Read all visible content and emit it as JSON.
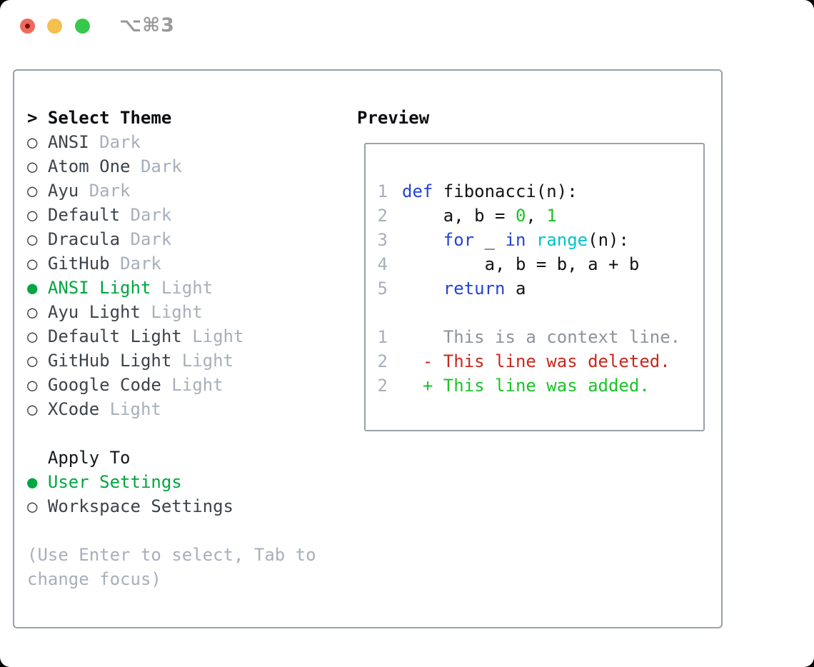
{
  "window": {
    "title": "⌥⌘3"
  },
  "traffic_lights": {
    "close_color": "#ee6a5e",
    "minimize_color": "#f5bf4e",
    "zoom_color": "#36c84b"
  },
  "icons": {
    "selected_radio": "●",
    "unselected_radio": "○",
    "focus_caret": ">"
  },
  "colors": {
    "selection_green": "#00a63f",
    "border_gray": "#99a1ac",
    "muted_gray": "#a7afbc",
    "keyword_blue": "#2443d4",
    "builtin_cyan": "#00c2ca",
    "number_green": "#18c322",
    "diff_deleted_red": "#c9271e",
    "diff_added_green": "#1bc329"
  },
  "theme_list": {
    "header_prefix": ">",
    "header_label": "Select Theme",
    "items": [
      {
        "name": "ANSI",
        "variant": "Dark",
        "selected": false
      },
      {
        "name": "Atom One",
        "variant": "Dark",
        "selected": false
      },
      {
        "name": "Ayu",
        "variant": "Dark",
        "selected": false
      },
      {
        "name": "Default",
        "variant": "Dark",
        "selected": false
      },
      {
        "name": "Dracula",
        "variant": "Dark",
        "selected": false
      },
      {
        "name": "GitHub",
        "variant": "Dark",
        "selected": false
      },
      {
        "name": "ANSI Light",
        "variant": "Light",
        "selected": true
      },
      {
        "name": "Ayu Light",
        "variant": "Light",
        "selected": false
      },
      {
        "name": "Default Light",
        "variant": "Light",
        "selected": false
      },
      {
        "name": "GitHub Light",
        "variant": "Light",
        "selected": false
      },
      {
        "name": "Google Code",
        "variant": "Light",
        "selected": false
      },
      {
        "name": "XCode",
        "variant": "Light",
        "selected": false
      }
    ]
  },
  "apply_to": {
    "label": "Apply To",
    "options": [
      {
        "label": "User Settings",
        "selected": true
      },
      {
        "label": "Workspace Settings",
        "selected": false
      }
    ]
  },
  "help_text": "(Use Enter to select, Tab to change focus)",
  "preview": {
    "label": "Preview",
    "code_lines": [
      {
        "num": "1",
        "tokens": [
          {
            "c": "kw",
            "t": "def"
          },
          {
            "c": "plain",
            "t": " fibonacci(n):"
          }
        ]
      },
      {
        "num": "2",
        "tokens": [
          {
            "c": "plain",
            "t": "    a, b = "
          },
          {
            "c": "num",
            "t": "0"
          },
          {
            "c": "plain",
            "t": ", "
          },
          {
            "c": "num",
            "t": "1"
          }
        ]
      },
      {
        "num": "3",
        "tokens": [
          {
            "c": "plain",
            "t": "    "
          },
          {
            "c": "kw",
            "t": "for"
          },
          {
            "c": "plain",
            "t": " _ "
          },
          {
            "c": "kw",
            "t": "in"
          },
          {
            "c": "plain",
            "t": " "
          },
          {
            "c": "builtin",
            "t": "range"
          },
          {
            "c": "plain",
            "t": "(n):"
          }
        ]
      },
      {
        "num": "4",
        "tokens": [
          {
            "c": "plain",
            "t": "        a, b = b, a + b"
          }
        ]
      },
      {
        "num": "5",
        "tokens": [
          {
            "c": "plain",
            "t": "    "
          },
          {
            "c": "kw",
            "t": "return"
          },
          {
            "c": "plain",
            "t": " a"
          }
        ]
      }
    ],
    "diff_lines": [
      {
        "num": "1",
        "tokens": [
          {
            "c": "ctx",
            "t": "    This is a context line."
          }
        ]
      },
      {
        "num": "2",
        "tokens": [
          {
            "c": "del",
            "t": "  - This line was deleted."
          }
        ]
      },
      {
        "num": "2",
        "tokens": [
          {
            "c": "add",
            "t": "  + This line was added."
          }
        ]
      }
    ]
  }
}
